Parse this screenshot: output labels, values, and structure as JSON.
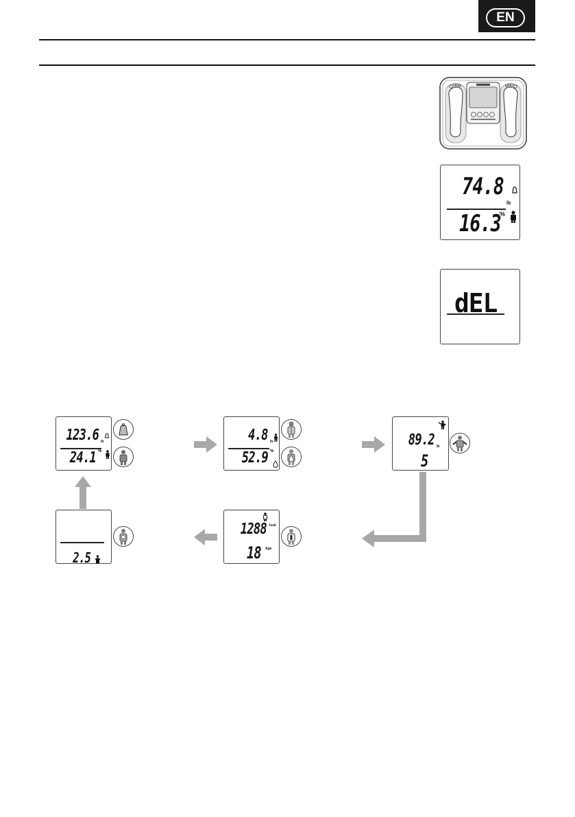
{
  "header": {
    "language_badge": "EN"
  },
  "colors": {
    "badge_bg": "#1a1a1a",
    "arrow": "#a8a8a8",
    "ink": "#111111"
  },
  "displays": {
    "weight_fat": {
      "top": "74.8",
      "top_unit": "lb",
      "bottom": "16.3",
      "bottom_unit": "%"
    },
    "delete": {
      "text": "dEL"
    }
  },
  "sequence": {
    "step1": {
      "top": "123.6",
      "top_unit": "lb",
      "bottom": "24.1",
      "bottom_unit": "%",
      "icons": [
        "body-weight-icon",
        "body-fat-icon"
      ]
    },
    "step2": {
      "top": "4.8",
      "top_unit": "lb",
      "bottom": "52.9",
      "bottom_unit": "%",
      "icons": [
        "bone-mass-icon",
        "body-water-icon"
      ]
    },
    "step3": {
      "top": "89.2",
      "top_unit": "lb",
      "bottom": "5",
      "icons": [
        "muscle-mass-icon"
      ]
    },
    "step4": {
      "top": "1288",
      "top_unit": "kcal",
      "bottom": "18",
      "bottom_unit": "Age",
      "icons": [
        "metabolic-age-icon"
      ]
    },
    "step5": {
      "bottom": "2.5",
      "icons": [
        "visceral-fat-icon"
      ]
    }
  }
}
